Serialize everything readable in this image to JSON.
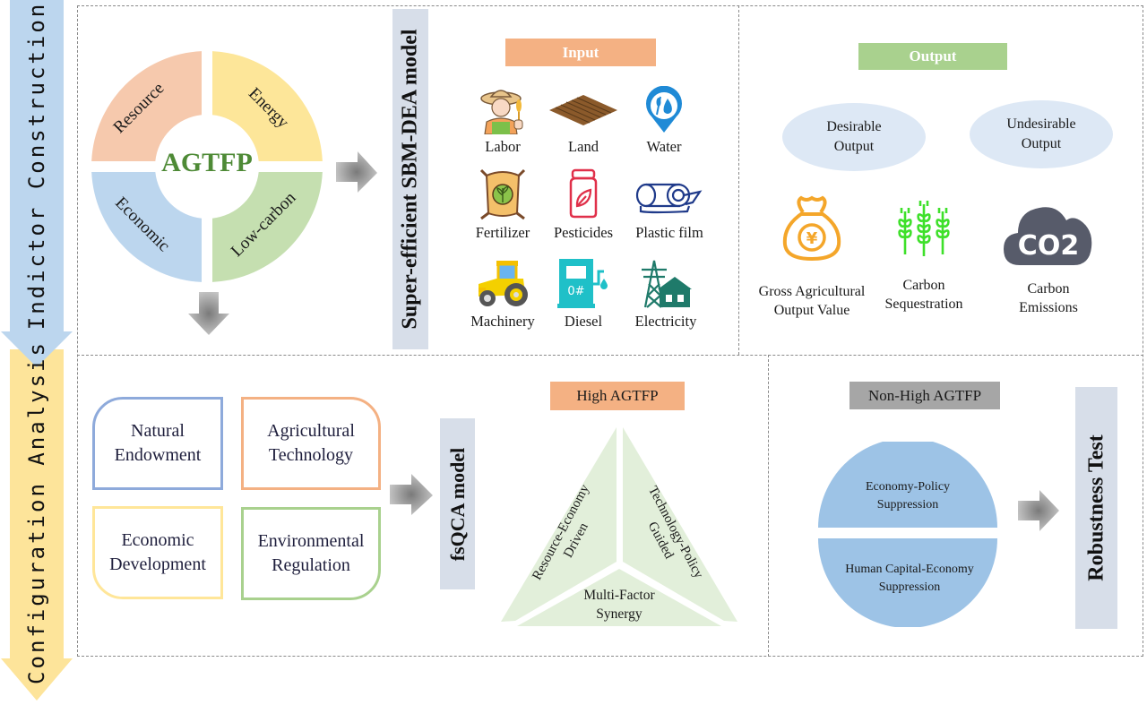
{
  "stages": [
    {
      "label": "Indictor Construction",
      "color": "#bcd6ee"
    },
    {
      "label": "Configuration Analysis",
      "color": "#fde49a"
    }
  ],
  "wheel": {
    "center_label": "AGTFP",
    "center_color": "#4e8a36",
    "segments": [
      {
        "label": "Resource",
        "color": "#f6c9ad"
      },
      {
        "label": "Energy",
        "color": "#fde699"
      },
      {
        "label": "Economic",
        "color": "#bcd6ee"
      },
      {
        "label": "Low-carbon",
        "color": "#c5dfb0"
      }
    ]
  },
  "sbm_model": {
    "label": "Super-efficient SBM-DEA model"
  },
  "inputs": {
    "header": "Input",
    "header_color": "#f4b183",
    "items": [
      {
        "label": "Labor",
        "icon": "farmer-icon"
      },
      {
        "label": "Land",
        "icon": "land-icon"
      },
      {
        "label": "Water",
        "icon": "water-icon"
      },
      {
        "label": "Fertilizer",
        "icon": "fertilizer-bag-icon"
      },
      {
        "label": "Pesticides",
        "icon": "pesticide-bottle-icon"
      },
      {
        "label": "Plastic film",
        "icon": "plastic-film-icon"
      },
      {
        "label": "Machinery",
        "icon": "tractor-icon"
      },
      {
        "label": "Diesel",
        "icon": "fuel-pump-icon",
        "pump_text": "0#"
      },
      {
        "label": "Electricity",
        "icon": "power-tower-icon"
      }
    ]
  },
  "outputs": {
    "header": "Output",
    "header_color": "#a9d18e",
    "categories": [
      "Desirable\nOutput",
      "Undesirable\nOutput"
    ],
    "category_lines": [
      [
        "Desirable",
        "Output"
      ],
      [
        "Undesirable",
        "Output"
      ]
    ],
    "items": [
      {
        "lines": [
          "Gross Agricultural",
          "Output Value"
        ],
        "icon": "money-bag-icon",
        "symbol": "¥"
      },
      {
        "lines": [
          "Carbon",
          "Sequestration"
        ],
        "icon": "wheat-icon"
      },
      {
        "lines": [
          "Carbon",
          "Emissions"
        ],
        "icon": "co2-cloud-icon",
        "symbol": "CO2"
      }
    ]
  },
  "factors": [
    {
      "lines": [
        "Natural",
        "Endowment"
      ],
      "color": "#8eaadb"
    },
    {
      "lines": [
        "Agricultural",
        "Technology"
      ],
      "color": "#f4b183"
    },
    {
      "lines": [
        "Economic",
        "Development"
      ],
      "color": "#ffe699"
    },
    {
      "lines": [
        "Environmental",
        "Regulation"
      ],
      "color": "#a9d18e"
    }
  ],
  "fsqca_model": {
    "label": "fsQCA model"
  },
  "high": {
    "header": "High AGTFP",
    "header_color": "#f4b183",
    "paths": [
      {
        "lines": [
          "Resource-Economy",
          "Driven"
        ]
      },
      {
        "lines": [
          "Technology-Policy",
          "Guided"
        ]
      },
      {
        "lines": [
          "Multi-Factor",
          "Synergy"
        ]
      }
    ],
    "fill": "#e2efda"
  },
  "non_high": {
    "header": "Non-High AGTFP",
    "header_color": "#a6a6a6",
    "paths": [
      {
        "lines": [
          "Economy-Policy",
          "Suppression"
        ]
      },
      {
        "lines": [
          "Human Capital-Economy",
          "Suppression"
        ]
      }
    ],
    "fill": "#9dc3e6"
  },
  "robustness": {
    "label": "Robustness Test"
  }
}
